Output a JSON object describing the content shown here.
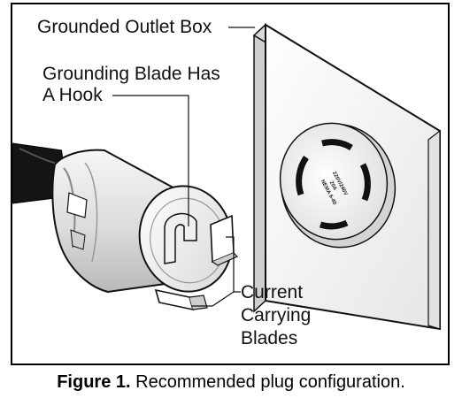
{
  "labels": {
    "outlet_box": "Grounded Outlet Box",
    "grounding_line1": "Grounding Blade Has",
    "grounding_line2": "A Hook",
    "current_line1": "Current",
    "current_line2": "Carrying",
    "current_line3": "Blades"
  },
  "receptacle_rating": {
    "voltage": "220V/240V",
    "amperage": "20A",
    "nema": "NEMA 6-40"
  },
  "caption": {
    "label": "Figure 1.",
    "text": "Recommended plug configuration."
  },
  "colors": {
    "outline": "#111111",
    "box_face": "#f4f4f4",
    "box_side": "#cfcfcf",
    "plug_body": "#e6e6e6",
    "cord": "#141414"
  }
}
